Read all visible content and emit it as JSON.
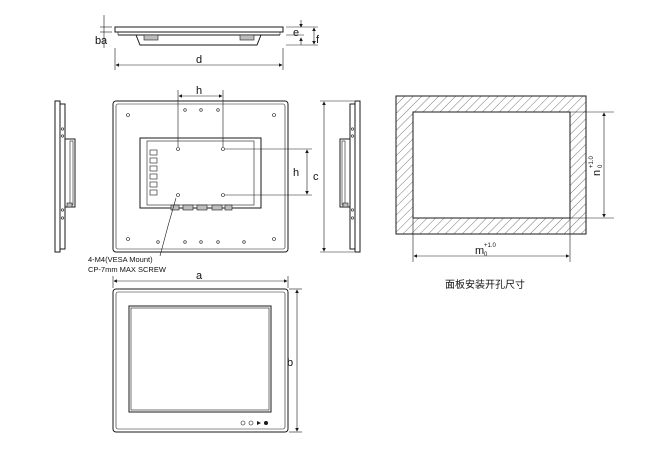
{
  "dimension_labels": {
    "a": "a",
    "b": "b",
    "c": "c",
    "d": "d",
    "e": "e",
    "f": "f",
    "h1": "h",
    "h2": "h",
    "b_small": "b",
    "a_small": "a"
  },
  "vesa_note": {
    "line1": "4-M4(VESA Mount)",
    "line2": "CP-7mm  MAX SCREW"
  },
  "cutout": {
    "caption": "面板安装开孔尺寸",
    "width_symbol": "m",
    "width_sub": "0",
    "width_tol": "+1.0",
    "height_symbol": "n",
    "height_sub": "0",
    "height_tol": "+1.0"
  },
  "front_buttons_count": 4
}
